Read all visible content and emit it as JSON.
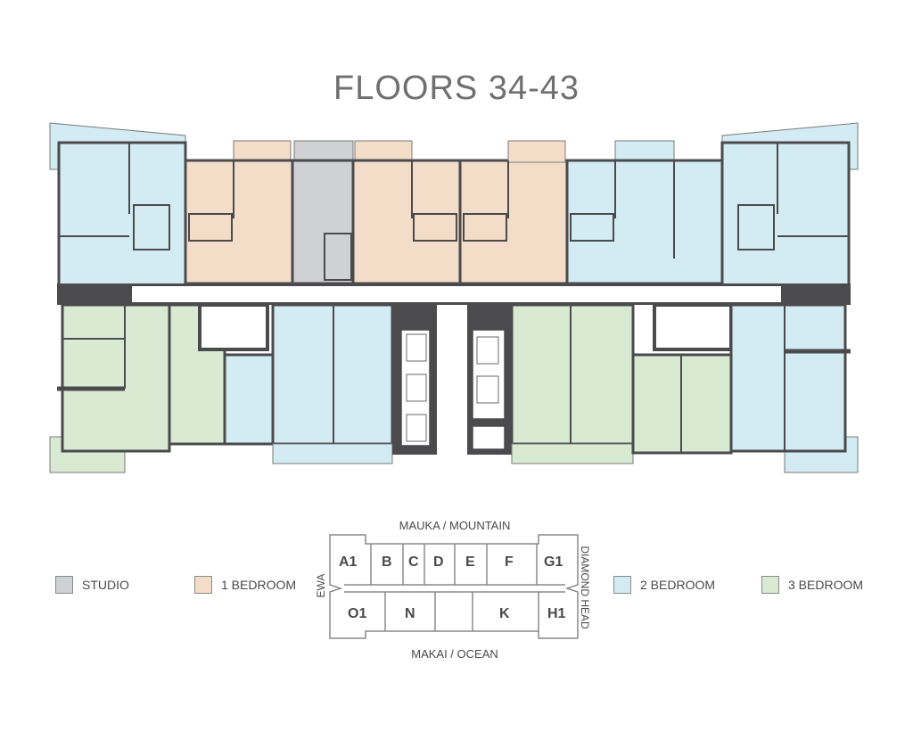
{
  "title": "FLOORS 34-43",
  "colors": {
    "studio": "#cfd1d3",
    "one_bedroom": "#f3ddc8",
    "two_bedroom": "#d3ebf3",
    "three_bedroom": "#d8ebd2",
    "wall": "#4b4b4d",
    "corridor": "#ffffff",
    "balcony_outline": "#7a7a7a"
  },
  "legend": [
    {
      "key": "studio",
      "label": "STUDIO",
      "color": "#cfd1d3"
    },
    {
      "key": "one_bedroom",
      "label": "1 BEDROOM",
      "color": "#f3ddc8"
    },
    {
      "key": "two_bedroom",
      "label": "2 BEDROOM",
      "color": "#d3ebf3"
    },
    {
      "key": "three_bedroom",
      "label": "3 BEDROOM",
      "color": "#d8ebd2"
    }
  ],
  "key_plan": {
    "top_label": "MAUKA / MOUNTAIN",
    "bottom_label": "MAKAI / OCEAN",
    "left_label": "EWA",
    "right_label": "DIAMOND HEAD",
    "top_units": [
      "A1",
      "B",
      "C",
      "D",
      "E",
      "F",
      "G1"
    ],
    "bottom_units": [
      "O1",
      "N",
      "K",
      "H1"
    ]
  }
}
